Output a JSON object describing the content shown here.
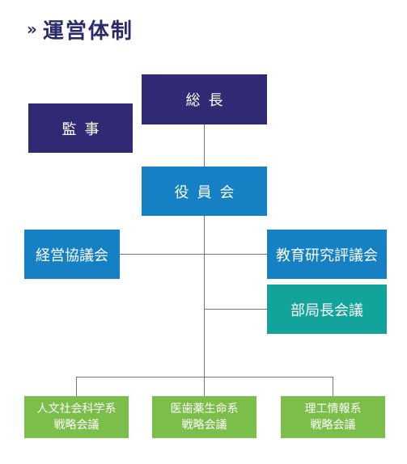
{
  "header": {
    "chevron": "»",
    "title": "運営体制"
  },
  "nodes": {
    "president": "総長",
    "auditor": "監事",
    "board": "役員会",
    "management_council": "経営協議会",
    "education_research_council": "教育研究評議会",
    "deans_council": "部局長会議",
    "strategy": [
      {
        "line1": "人文社会科学系",
        "line2": "戦略会議"
      },
      {
        "line1": "医歯薬生命系",
        "line2": "戦略会議"
      },
      {
        "line1": "理工情報系",
        "line2": "戦略会議"
      }
    ]
  },
  "colors": {
    "navy": "#2f2a73",
    "blue": "#1680c5",
    "teal": "#12a39a",
    "green": "#7bbf4a",
    "connector": "#777777"
  }
}
